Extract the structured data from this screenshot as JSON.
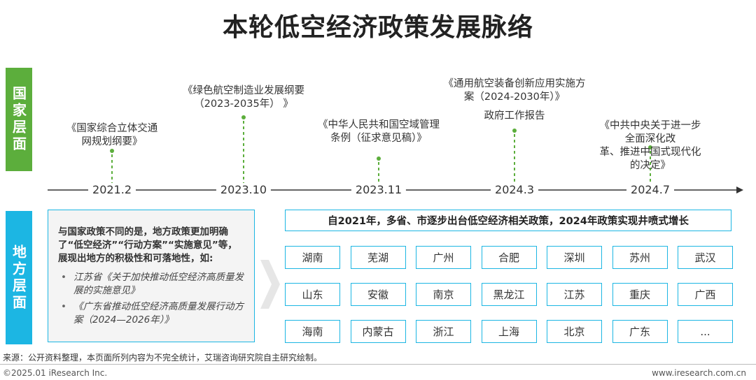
{
  "title": "本轮低空经济政策发展脉络",
  "national_label": "国家层面",
  "local_label": "地方层面",
  "timeline": [
    {
      "year": "2021.2",
      "policy": [
        "《国家综合立体交通",
        "网规划纲要》"
      ]
    },
    {
      "year": "2023.10",
      "policy": [
        "《绿色航空制造业发展纲要",
        "（2023-2035年）  》"
      ]
    },
    {
      "year": "2023.11",
      "policy": [
        "《中华人民共和国空域管理",
        "条例（征求意见稿）》"
      ]
    },
    {
      "year": "2024.3",
      "policy": [
        "《通用航空装备创新应用实施方",
        "案（2024-2030年）》",
        "",
        "政府工作报告"
      ]
    },
    {
      "year": "2024.7",
      "policy": [
        "《中共中央关于进一步全面深化改",
        "革、推进中国式现代化的决定》"
      ]
    }
  ],
  "left_panel": {
    "intro": "与国家政策不同的是，地方政策更加明确了“低空经济”“行动方案”“实施意见”等，展现出地方的积极性和可落地性，如:",
    "items": [
      "江苏省《关于加快推动低空经济高质量发展的实施意见》",
      "《广东省推动低空经济高质量发展行动方案（2024—2026年）》"
    ]
  },
  "banner": "自2021年，多省、市逐步出台低空经济相关政策，2024年政策实现井喷式增长",
  "regions": [
    [
      "湖南",
      "芜湖",
      "广州",
      "合肥",
      "深圳",
      "苏州",
      "武汉"
    ],
    [
      "山东",
      "安徽",
      "南京",
      "黑龙江",
      "江苏",
      "重庆",
      "广西"
    ],
    [
      "海南",
      "内蒙古",
      "浙江",
      "上海",
      "北京",
      "广东",
      "..."
    ]
  ],
  "source": "来源：公开资料整理，本页面所列内容为不完全统计，艾瑞咨询研究院自主研究绘制。",
  "copyright": "©2025.01 iResearch Inc.",
  "site": "www.iresearch.com.cn",
  "colors": {
    "green": "#5cae3c",
    "blue": "#1cb6e3"
  }
}
